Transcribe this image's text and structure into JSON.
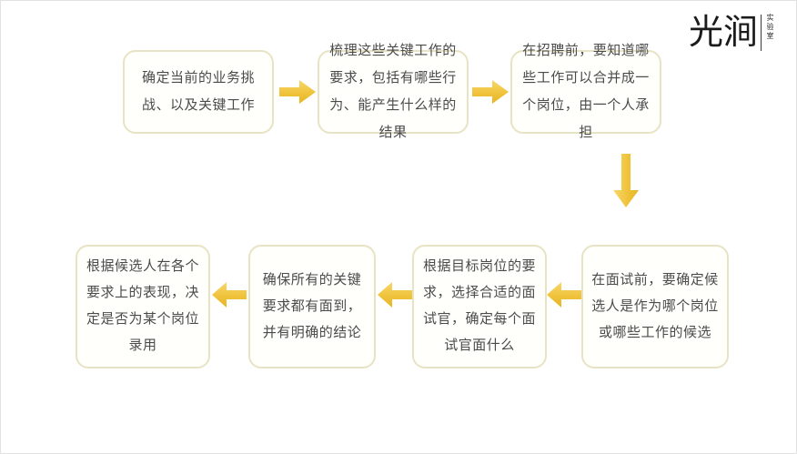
{
  "page": {
    "title": "招聘面试流程图",
    "background_color": "#ffffff",
    "border_color": "#e2e2e2"
  },
  "logo": {
    "main": "光涧",
    "sub": "实验室"
  },
  "theme": {
    "arrow_color": "#f0c33c",
    "arrow_color_light": "#f7d86b",
    "box_border_color": "#e8e3c4",
    "box_fill_color": "#fffffb",
    "text_color": "#4b4b4b"
  },
  "flow": {
    "nodes": [
      {
        "id": "node-1",
        "order": 1,
        "row": "top",
        "text": "确定当前的业务挑战、以及关键工作"
      },
      {
        "id": "node-2",
        "order": 2,
        "row": "top",
        "text": "梳理这些关键工作的要求，包括有哪些行为、能产生什么样的结果"
      },
      {
        "id": "node-3",
        "order": 3,
        "row": "top",
        "text": "在招聘前，要知道哪些工作可以合并成一个岗位，由一个人承担"
      },
      {
        "id": "node-4",
        "order": 4,
        "row": "bottom",
        "text": "在面试前，要确定候选人是作为哪个岗位或哪些工作的候选"
      },
      {
        "id": "node-5",
        "order": 5,
        "row": "bottom",
        "text": "根据目标岗位的要求，选择合适的面试官，确定每个面试官面什么"
      },
      {
        "id": "node-6",
        "order": 6,
        "row": "bottom",
        "text": "确保所有的关键要求都有面到，并有明确的结论"
      },
      {
        "id": "node-7",
        "order": 7,
        "row": "bottom",
        "text": "根据候选人在各个要求上的表现，决定是否为某个岗位录用"
      }
    ],
    "arrows": [
      {
        "id": "arrow-1",
        "direction": "right",
        "from": "node-1",
        "to": "node-2"
      },
      {
        "id": "arrow-2",
        "direction": "right",
        "from": "node-2",
        "to": "node-3"
      },
      {
        "id": "arrow-3",
        "direction": "down",
        "from": "node-3",
        "to": "node-4"
      },
      {
        "id": "arrow-4",
        "direction": "left",
        "from": "node-4",
        "to": "node-5"
      },
      {
        "id": "arrow-5",
        "direction": "left",
        "from": "node-5",
        "to": "node-6"
      },
      {
        "id": "arrow-6",
        "direction": "left",
        "from": "node-6",
        "to": "node-7"
      }
    ]
  }
}
